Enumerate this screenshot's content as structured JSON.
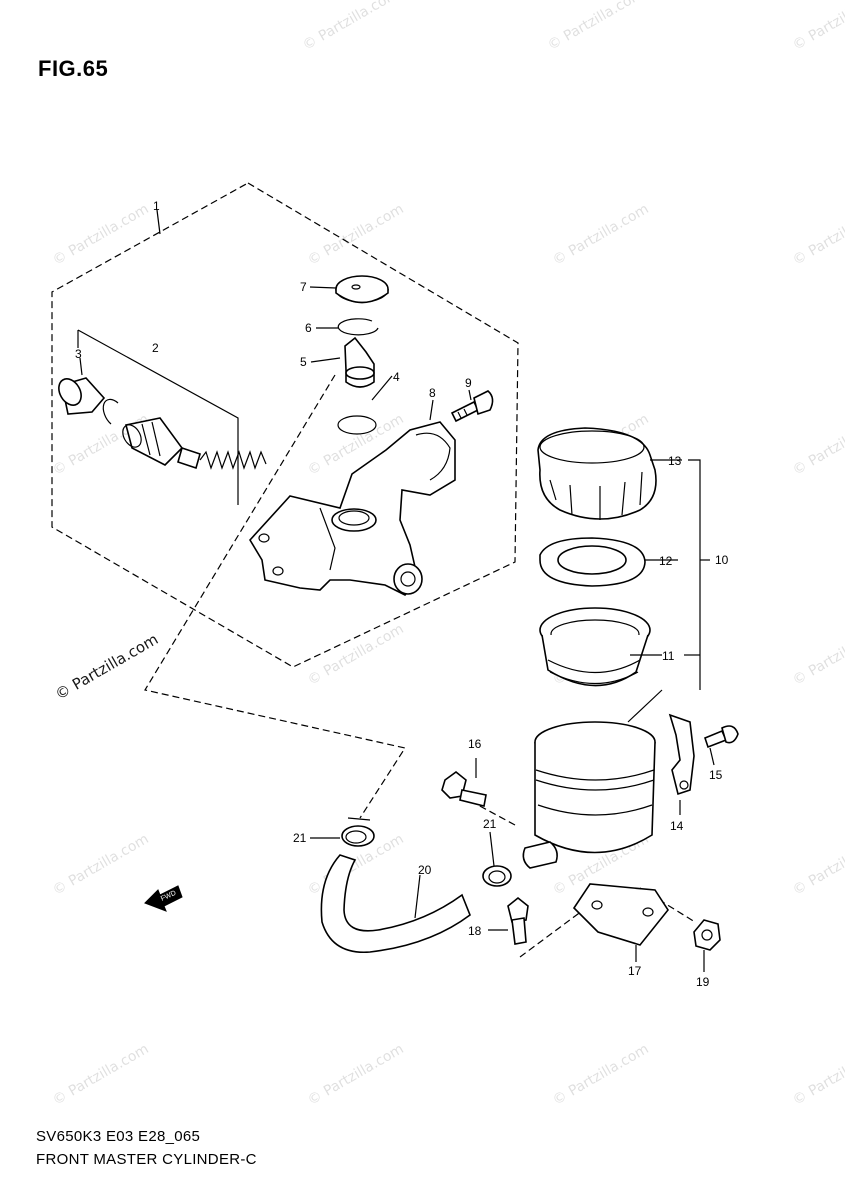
{
  "figure": {
    "title": "FIG.65",
    "model_code": "SV650K3 E03 E28_065",
    "name": "FRONT MASTER CYLINDER-C"
  },
  "watermark": {
    "text": "© Partzilla.com",
    "featured_text": "© Partzilla.com"
  },
  "callouts": {
    "c1": "1",
    "c2": "2",
    "c3": "3",
    "c4": "4",
    "c5": "5",
    "c6": "6",
    "c7": "7",
    "c8": "8",
    "c9": "9",
    "c10": "10",
    "c11": "11",
    "c12": "12",
    "c13": "13",
    "c14": "14",
    "c15": "15",
    "c16": "16",
    "c17": "17",
    "c18": "18",
    "c19": "19",
    "c20": "20",
    "c21a": "21",
    "c21b": "21"
  },
  "fwd_label": "FWD",
  "colors": {
    "ink": "#000000",
    "paper": "#ffffff"
  }
}
